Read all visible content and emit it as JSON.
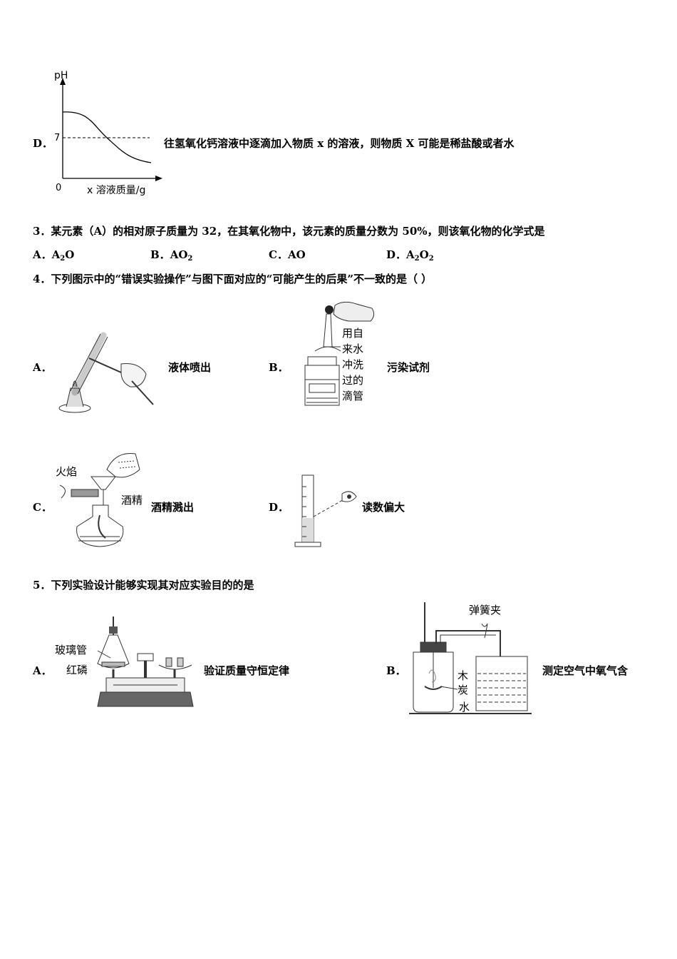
{
  "q2d": {
    "label": "D．",
    "text": "往氢氧化钙溶液中逐滴加入物质 x 的溶液，则物质 X 可能是稀盐酸或者水",
    "chart_data": {
      "type": "line",
      "ylabel": "pH",
      "xlabel": "x 溶液质量/g",
      "origin_label": "0",
      "reference_line": {
        "y": 7,
        "label": "7",
        "style": "dashed"
      },
      "curve_description": "pH starts above 7 and decreases below 7 as x solution mass increases"
    }
  },
  "q3": {
    "stem": "3．某元素（A）的相对原子质量为 32，在其氧化物中，该元素的质量分数为 50%，则该氧化物的化学式是",
    "options": [
      {
        "label": "A．",
        "formula": "A",
        "sub1": "2",
        "rest": "O",
        "sub2": ""
      },
      {
        "label": "B．",
        "formula": "AO",
        "sub1": "2",
        "rest": "",
        "sub2": ""
      },
      {
        "label": "C．",
        "formula": "AO",
        "sub1": "",
        "rest": "",
        "sub2": ""
      },
      {
        "label": "D．",
        "formula": "A",
        "sub1": "2",
        "rest": "O",
        "sub2": "2"
      }
    ]
  },
  "q4": {
    "stem": "4．下列图示中的“错误实验操作”与图下面对应的“可能产生的后果”不一致的是（ ）",
    "options": [
      {
        "label": "A．",
        "caption": "液体喷出",
        "figure_labels": []
      },
      {
        "label": "B．",
        "caption": "污染试剂",
        "figure_labels": [
          "用自",
          "来水",
          "冲洗",
          "过的",
          "滴管"
        ]
      },
      {
        "label": "C．",
        "caption": "酒精溅出",
        "figure_labels": [
          "火焰",
          "酒精"
        ]
      },
      {
        "label": "D．",
        "caption": "读数偏大",
        "figure_labels": []
      }
    ]
  },
  "q5": {
    "stem": "5．下列实验设计能够实现其对应实验目的的是",
    "options": [
      {
        "label": "A．",
        "caption": "验证质量守恒定律",
        "figure_labels": [
          "玻璃管",
          "红磷"
        ]
      },
      {
        "label": "B．",
        "caption": "测定空气中氧气含",
        "figure_labels": [
          "弹簧夹",
          "木",
          "炭",
          "水"
        ]
      }
    ]
  }
}
